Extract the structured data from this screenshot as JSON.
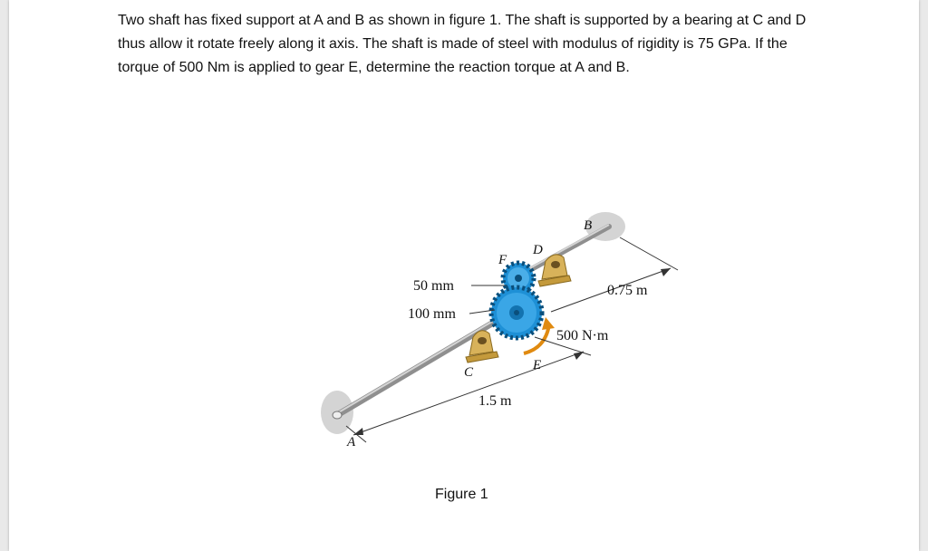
{
  "problem": {
    "text": "Two shaft has fixed support at A and B as shown in figure 1. The shaft is supported by a bearing at C and D thus allow it rotate freely along it axis. The shaft is made of steel with modulus of rigidity is 75 GPa. If the torque of 500 Nm is applied to gear E, determine the reaction torque at A and B."
  },
  "figure": {
    "caption": "Figure 1",
    "labels": {
      "A": "A",
      "B": "B",
      "C": "C",
      "D": "D",
      "E": "E",
      "F": "F",
      "small_gear_diameter": "50 mm",
      "large_gear_diameter": "100 mm",
      "length_ce": "1.5 m",
      "length_db": "0.75 m",
      "torque": "500 N·m"
    },
    "colors": {
      "gear": "#1e90d6",
      "bearing": "#d8b25a",
      "shaft": "#9a9a9a",
      "torque_arrow": "#e08a10"
    }
  }
}
